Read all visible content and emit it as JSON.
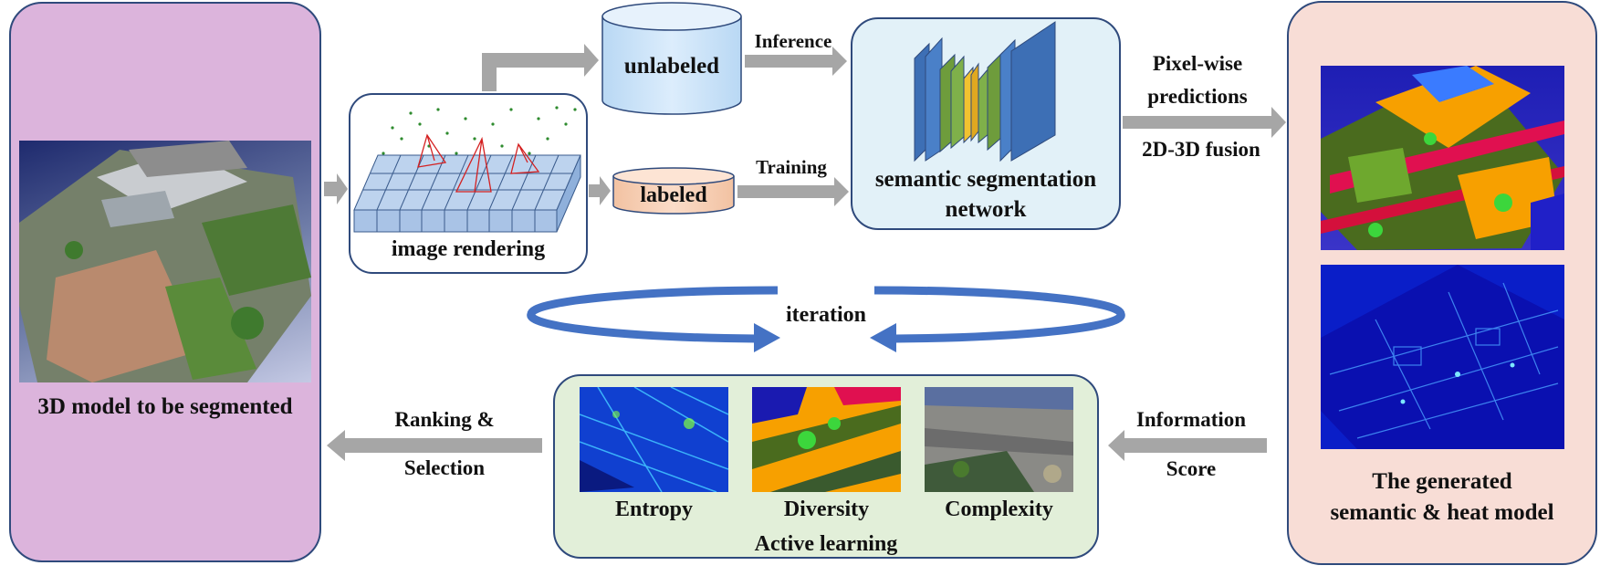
{
  "left_panel": {
    "caption": "3D model to be segmented"
  },
  "image_rendering": {
    "label": "image rendering"
  },
  "unlabeled": {
    "label": "unlabeled"
  },
  "labeled": {
    "label": "labeled"
  },
  "arrows": {
    "inference": "Inference",
    "training": "Training",
    "pixel_wise_line1": "Pixel-wise",
    "pixel_wise_line2": "predictions",
    "fusion": "2D-3D fusion",
    "ranking_line1": "Ranking &",
    "ranking_line2": "Selection",
    "information_line1": "Information",
    "information_line2": "Score"
  },
  "network": {
    "line1": "semantic segmentation",
    "line2": "network"
  },
  "iteration": {
    "label": "iteration"
  },
  "active_learning": {
    "items": [
      {
        "label": "Entropy"
      },
      {
        "label": "Diversity"
      },
      {
        "label": "Complexity"
      }
    ],
    "title": "Active learning"
  },
  "right_panel": {
    "line1": "The generated",
    "line2": "semantic & heat model"
  },
  "colors": {
    "left_panel_fill": "#dcb4dc",
    "right_panel_fill": "#f8ddd6",
    "network_fill": "#e2f1f8",
    "active_learning_fill": "#e2efd9",
    "unlabeled_fill": "#cfe6fa",
    "labeled_fill": "#f8cfb4",
    "arrow_gray": "#a6a6a6",
    "border_blue": "#2f4a7c",
    "iteration_blue": "#4472c4"
  }
}
